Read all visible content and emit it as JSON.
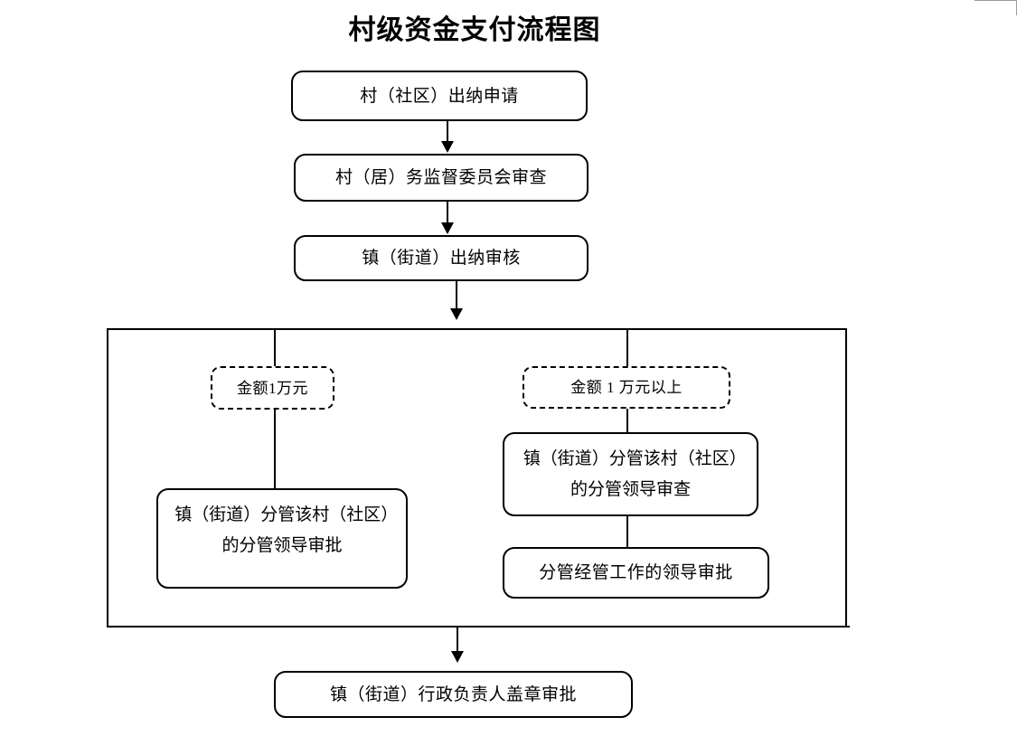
{
  "document": {
    "title": "村级资金支付流程图"
  },
  "flow": {
    "nodes": [
      {
        "id": "n1",
        "label": "村（社区）出纳申请"
      },
      {
        "id": "n2",
        "label": "村（居）务监督委员会审查"
      },
      {
        "id": "n3",
        "label": "镇（街道）出纳审核"
      },
      {
        "id": "d1",
        "label": "金额1万元"
      },
      {
        "id": "d2",
        "label": "金额 1 万元以上"
      },
      {
        "id": "n4",
        "label": "镇（街道）分管该村（社区）的分管领导审批"
      },
      {
        "id": "n5",
        "label": "镇（街道）分管该村（社区）的分管领导审查"
      },
      {
        "id": "n6",
        "label": "分管经管工作的领导审批"
      },
      {
        "id": "n7",
        "label": "镇（街道）行政负责人盖章审批"
      }
    ]
  },
  "style": {
    "line_color": "#000000",
    "background": "#ffffff"
  }
}
